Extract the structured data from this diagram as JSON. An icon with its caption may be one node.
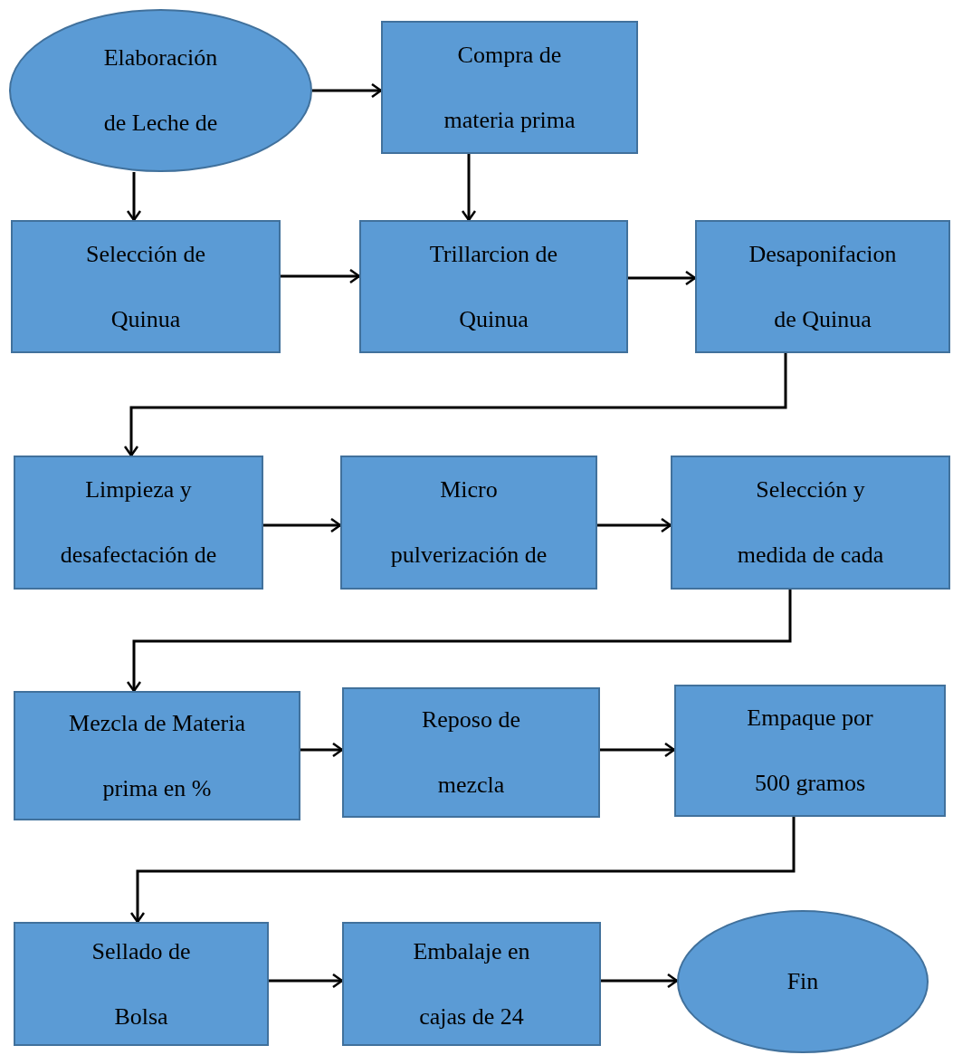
{
  "diagram": {
    "nodes": [
      {
        "text": [
          "Elaboración de Leche de"
        ]
      },
      {
        "text": [
          "Compra de materia prima"
        ]
      },
      {
        "text": [
          "Selección de Quinua"
        ]
      },
      {
        "text": [
          "Trillarcion de Quinua"
        ]
      },
      {
        "text": [
          "Desaponifacion de Quinua"
        ]
      },
      {
        "text": [
          "Limpieza y desafectación de"
        ]
      },
      {
        "text": [
          "Micro pulverización de"
        ]
      },
      {
        "text": [
          "Selección y medida de cada"
        ]
      },
      {
        "text": [
          "Mezcla de Materia prima en %"
        ]
      },
      {
        "text": [
          "Reposo de mezcla"
        ]
      },
      {
        "text": [
          "Empaque por 500 gramos"
        ]
      },
      {
        "text": [
          "Sellado de Bolsa"
        ]
      },
      {
        "text": [
          "Embalaje en cajas de 24"
        ]
      },
      {
        "text": [
          "Fin"
        ]
      }
    ],
    "edges": [
      {
        "from": 0,
        "to": 1,
        "arrow": "to"
      },
      {
        "from": 1,
        "to": 3,
        "arrow": "to"
      },
      {
        "from": 0,
        "to": 2,
        "arrow": "to"
      },
      {
        "from": 2,
        "to": 3,
        "arrow": "to"
      },
      {
        "from": 3,
        "to": 4,
        "arrow": "to"
      },
      {
        "from": 4,
        "to": 5,
        "arrow": "to"
      },
      {
        "from": 5,
        "to": 6,
        "arrow": "to"
      },
      {
        "from": 6,
        "to": 7,
        "arrow": "to"
      },
      {
        "from": 7,
        "to": 8,
        "arrow": "to"
      },
      {
        "from": 8,
        "to": 9,
        "arrow": "to"
      },
      {
        "from": 9,
        "to": 10,
        "arrow": "to"
      },
      {
        "from": 10,
        "to": 11,
        "arrow": "to"
      },
      {
        "from": 11,
        "to": 12,
        "arrow": "to"
      },
      {
        "from": 12,
        "to": 13,
        "arrow": "to"
      }
    ]
  }
}
